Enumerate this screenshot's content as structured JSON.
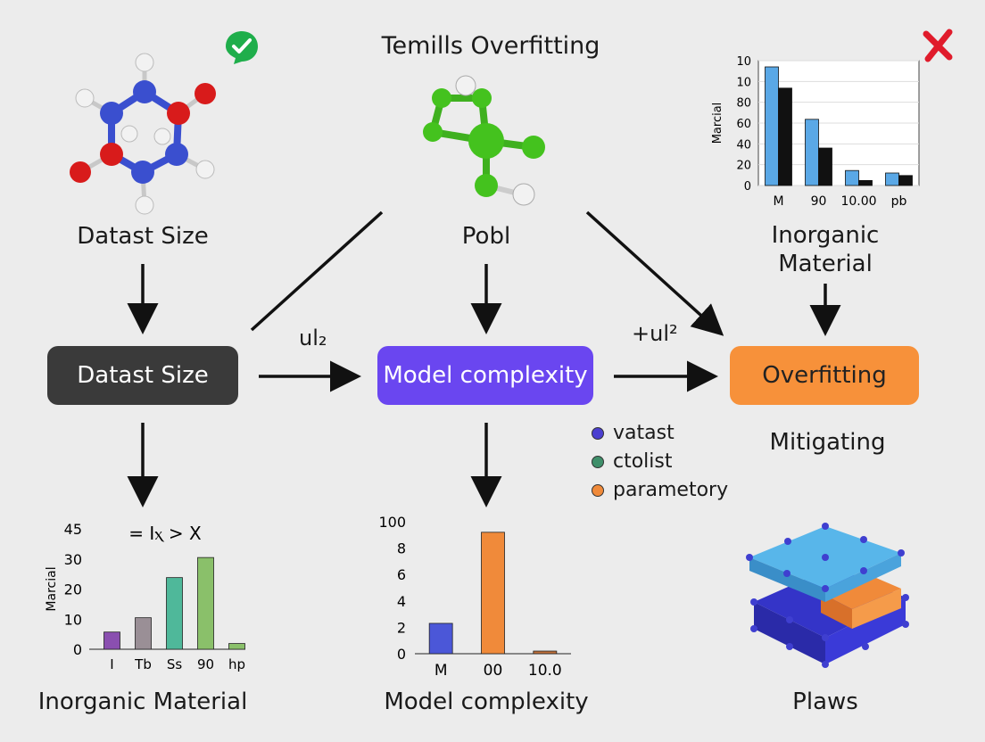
{
  "title": "Temills Overfitting",
  "labels": {
    "dataset_top": "Datast Size",
    "pobl": "Pobl",
    "inorganic_top": "Inorganic\nMaterial",
    "mitigating": "Mitigating",
    "inorganic_bottom": "Inorganic Material",
    "model_complexity_bottom": "Model complexity",
    "plaws": "Plaws",
    "edge_left": "ul₂",
    "edge_right": "+ul²"
  },
  "boxes": {
    "dataset": {
      "text": "Datast Size",
      "color": "#3a3a3a"
    },
    "model": {
      "text": "Model complexity",
      "color": "#6a46f0"
    },
    "overfitting": {
      "text": "Overfitting",
      "color": "#f7913a"
    }
  },
  "legend": [
    {
      "label": "vatast",
      "color": "#4b3fd0"
    },
    {
      "label": "ctolist",
      "color": "#3f8f6a"
    },
    {
      "label": "parametory",
      "color": "#f08a3a"
    }
  ],
  "icons": {
    "check": "check-icon",
    "cross": "cross-icon"
  },
  "chart_data": [
    {
      "type": "bar",
      "title": "",
      "ylabel": "Marcial",
      "categories": [
        "M",
        "90",
        "10.00",
        "pb"
      ],
      "ytick_labels": [
        "0",
        "20",
        "40",
        "60",
        "80",
        "10",
        "10"
      ],
      "series": [
        {
          "values": [
            95,
            53,
            12,
            10
          ],
          "color": "#5aa8e6"
        },
        {
          "values": [
            78,
            30,
            4,
            8
          ],
          "color": "#111111"
        }
      ],
      "ylim": [
        0,
        100
      ]
    },
    {
      "type": "bar",
      "title": "",
      "ylabel": "Marcial",
      "annotation": "= Iⲭ  > X",
      "categories": [
        "I",
        "Tb",
        "Ss",
        "90",
        "hp"
      ],
      "ytick_labels": [
        "0",
        "10",
        "20",
        "30",
        "45"
      ],
      "values": [
        6,
        11,
        25,
        32,
        2
      ],
      "colors": [
        "#8a4fb0",
        "#9a8f96",
        "#4fb89a",
        "#8ac06a",
        "#8ac06a"
      ],
      "ylim": [
        0,
        42
      ]
    },
    {
      "type": "bar",
      "title": "",
      "categories": [
        "M",
        "00",
        "10.0"
      ],
      "ytick_labels": [
        "0",
        "2",
        "4",
        "6",
        "8",
        "100"
      ],
      "values": [
        2.3,
        9.2,
        0.2
      ],
      "colors": [
        "#4b57d8",
        "#f08a3a",
        "#c0703a"
      ],
      "ylim": [
        0,
        10
      ]
    }
  ]
}
